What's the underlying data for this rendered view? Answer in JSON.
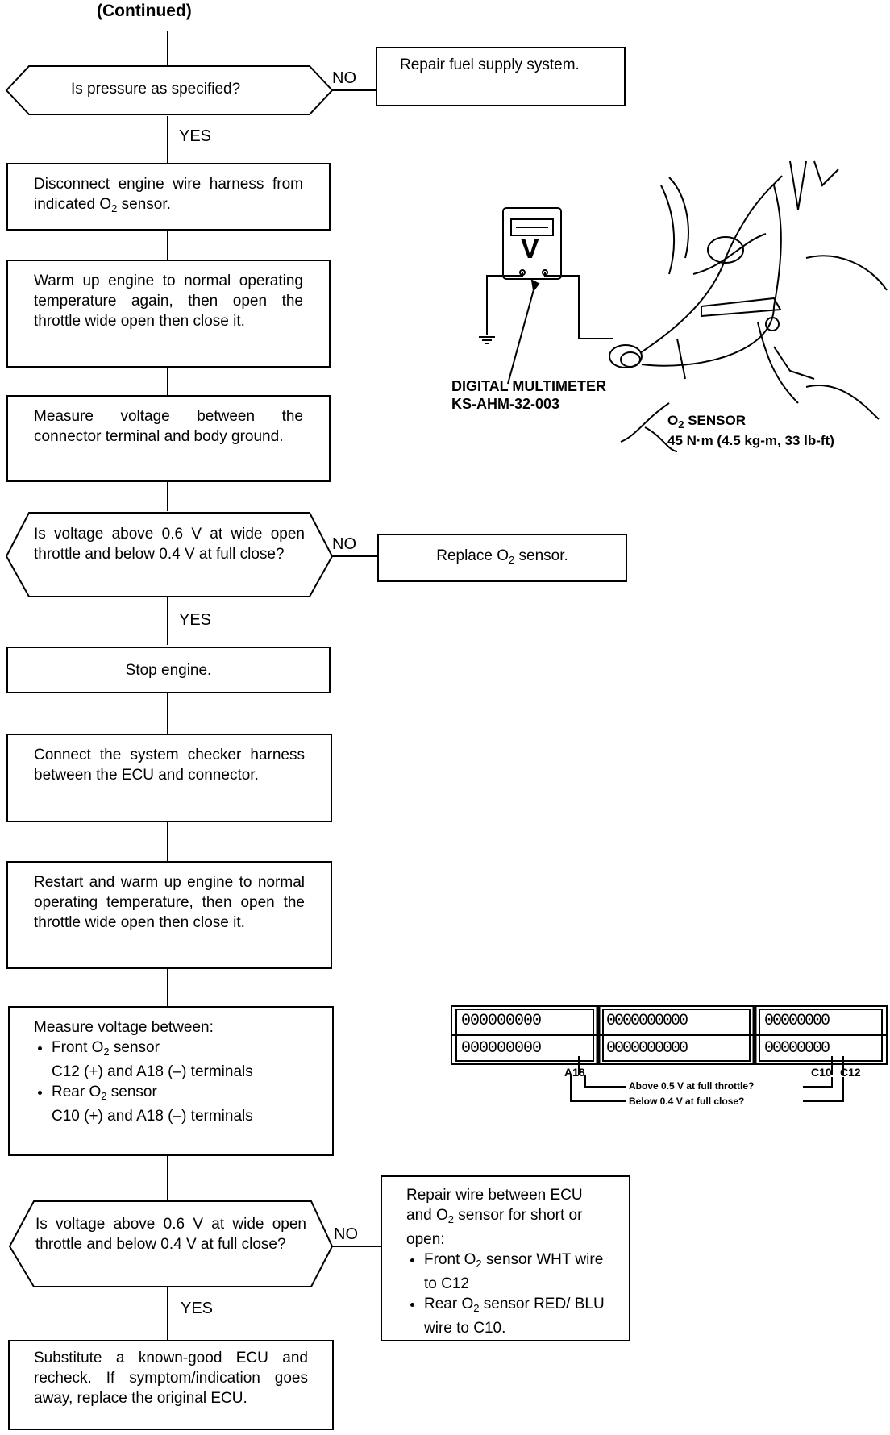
{
  "title": "(Continued)",
  "steps": {
    "d1": "Is pressure as specified?",
    "d1_no": "NO",
    "d1_yes": "YES",
    "r1": "Repair fuel supply system.",
    "s1_a": "Disconnect engine wire harness from indicated O",
    "s1_sub": "2",
    "s1_b": " sensor.",
    "s2": "Warm up engine to normal operating temperature again, then open the throttle wide open then close it.",
    "s3": "Measure voltage between the connector terminal and body ground.",
    "d2": "Is voltage above 0.6 V at wide open throttle and below 0.4 V at full close?",
    "d2_no": "NO",
    "d2_yes": "YES",
    "r2_a": "Replace O",
    "r2_sub": "2",
    "r2_b": " sensor.",
    "s4": "Stop engine.",
    "s5": "Connect the system checker harness between the ECU and connector.",
    "s6": "Restart and warm up engine to normal operating temperature, then open the throttle wide open then close it.",
    "s7_head": "Measure voltage between:",
    "s7_i1_a": "Front O",
    "s7_i1_sub": "2",
    "s7_i1_b": " sensor",
    "s7_i1_c": "C12 (+) and A18 (–) terminals",
    "s7_i2_a": "Rear O",
    "s7_i2_sub": "2",
    "s7_i2_b": " sensor",
    "s7_i2_c": "C10 (+) and  A18 (–) terminals",
    "d3": "Is voltage above 0.6 V at wide open throttle and below 0.4 V at full close?",
    "d3_no": "NO",
    "d3_yes": "YES",
    "r3_head_a": "Repair wire between ECU and O",
    "r3_head_sub": "2",
    "r3_head_b": " sensor for short or open:",
    "r3_i1_a": "Front O",
    "r3_i1_sub": "2",
    "r3_i1_b": " sensor WHT wire to C12",
    "r3_i2_a": "Rear O",
    "r3_i2_sub": "2",
    "r3_i2_b": " sensor RED/ BLU wire to C10.",
    "s8": "Substitute a known-good ECU and recheck. If symptom/indication goes away, replace the original ECU."
  },
  "illustration": {
    "meter_label_1": "DIGITAL MULTIMETER",
    "meter_label_2": "KS-AHM-32-003",
    "meter_letter": "V",
    "sensor_label_a": "O",
    "sensor_label_sub": "2",
    "sensor_label_b": " SENSOR",
    "sensor_torque": "45 N·m (4.5 kg-m, 33 lb-ft)"
  },
  "connector": {
    "row1_a": "000000000",
    "row1_b": "0000000000",
    "row1_c": "00000000",
    "row2_a": "000000000",
    "row2_b": "0000000000",
    "row2_c": "00000000",
    "pin_a18": "A18",
    "pin_c10": "C10",
    "pin_c12": "C12",
    "note_above": "Above 0.5 V at full throttle?",
    "note_below": "Below 0.4 V at full close?"
  }
}
